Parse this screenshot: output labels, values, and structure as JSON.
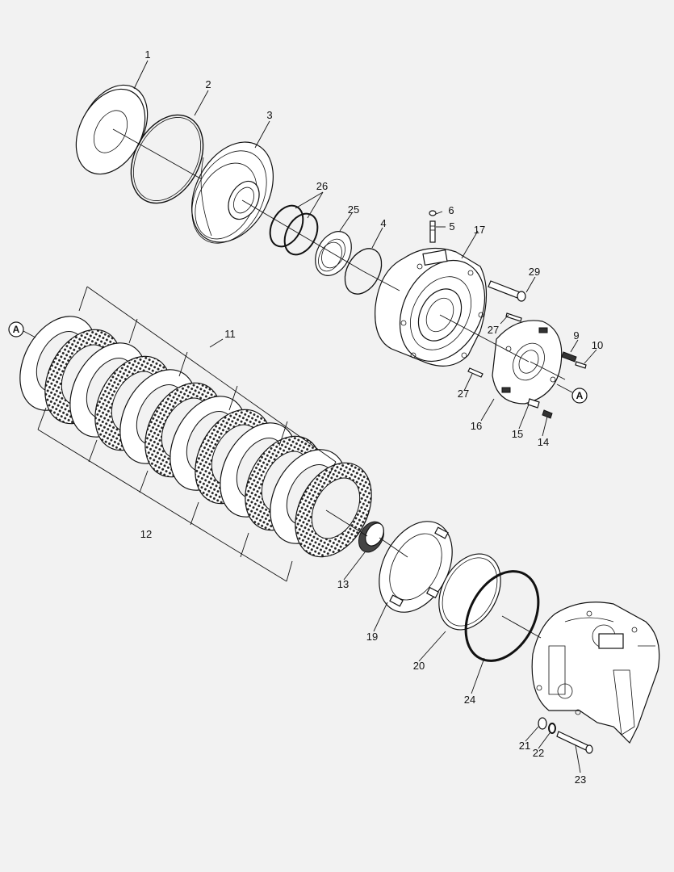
{
  "callouts": [
    "1",
    "2",
    "3",
    "26",
    "25",
    "4",
    "6",
    "5",
    "17",
    "29",
    "27",
    "9",
    "10",
    "27",
    "16",
    "15",
    "14",
    "11",
    "12",
    "13",
    "19",
    "20",
    "24",
    "21",
    "22",
    "23"
  ],
  "references": [
    "A",
    "A"
  ]
}
